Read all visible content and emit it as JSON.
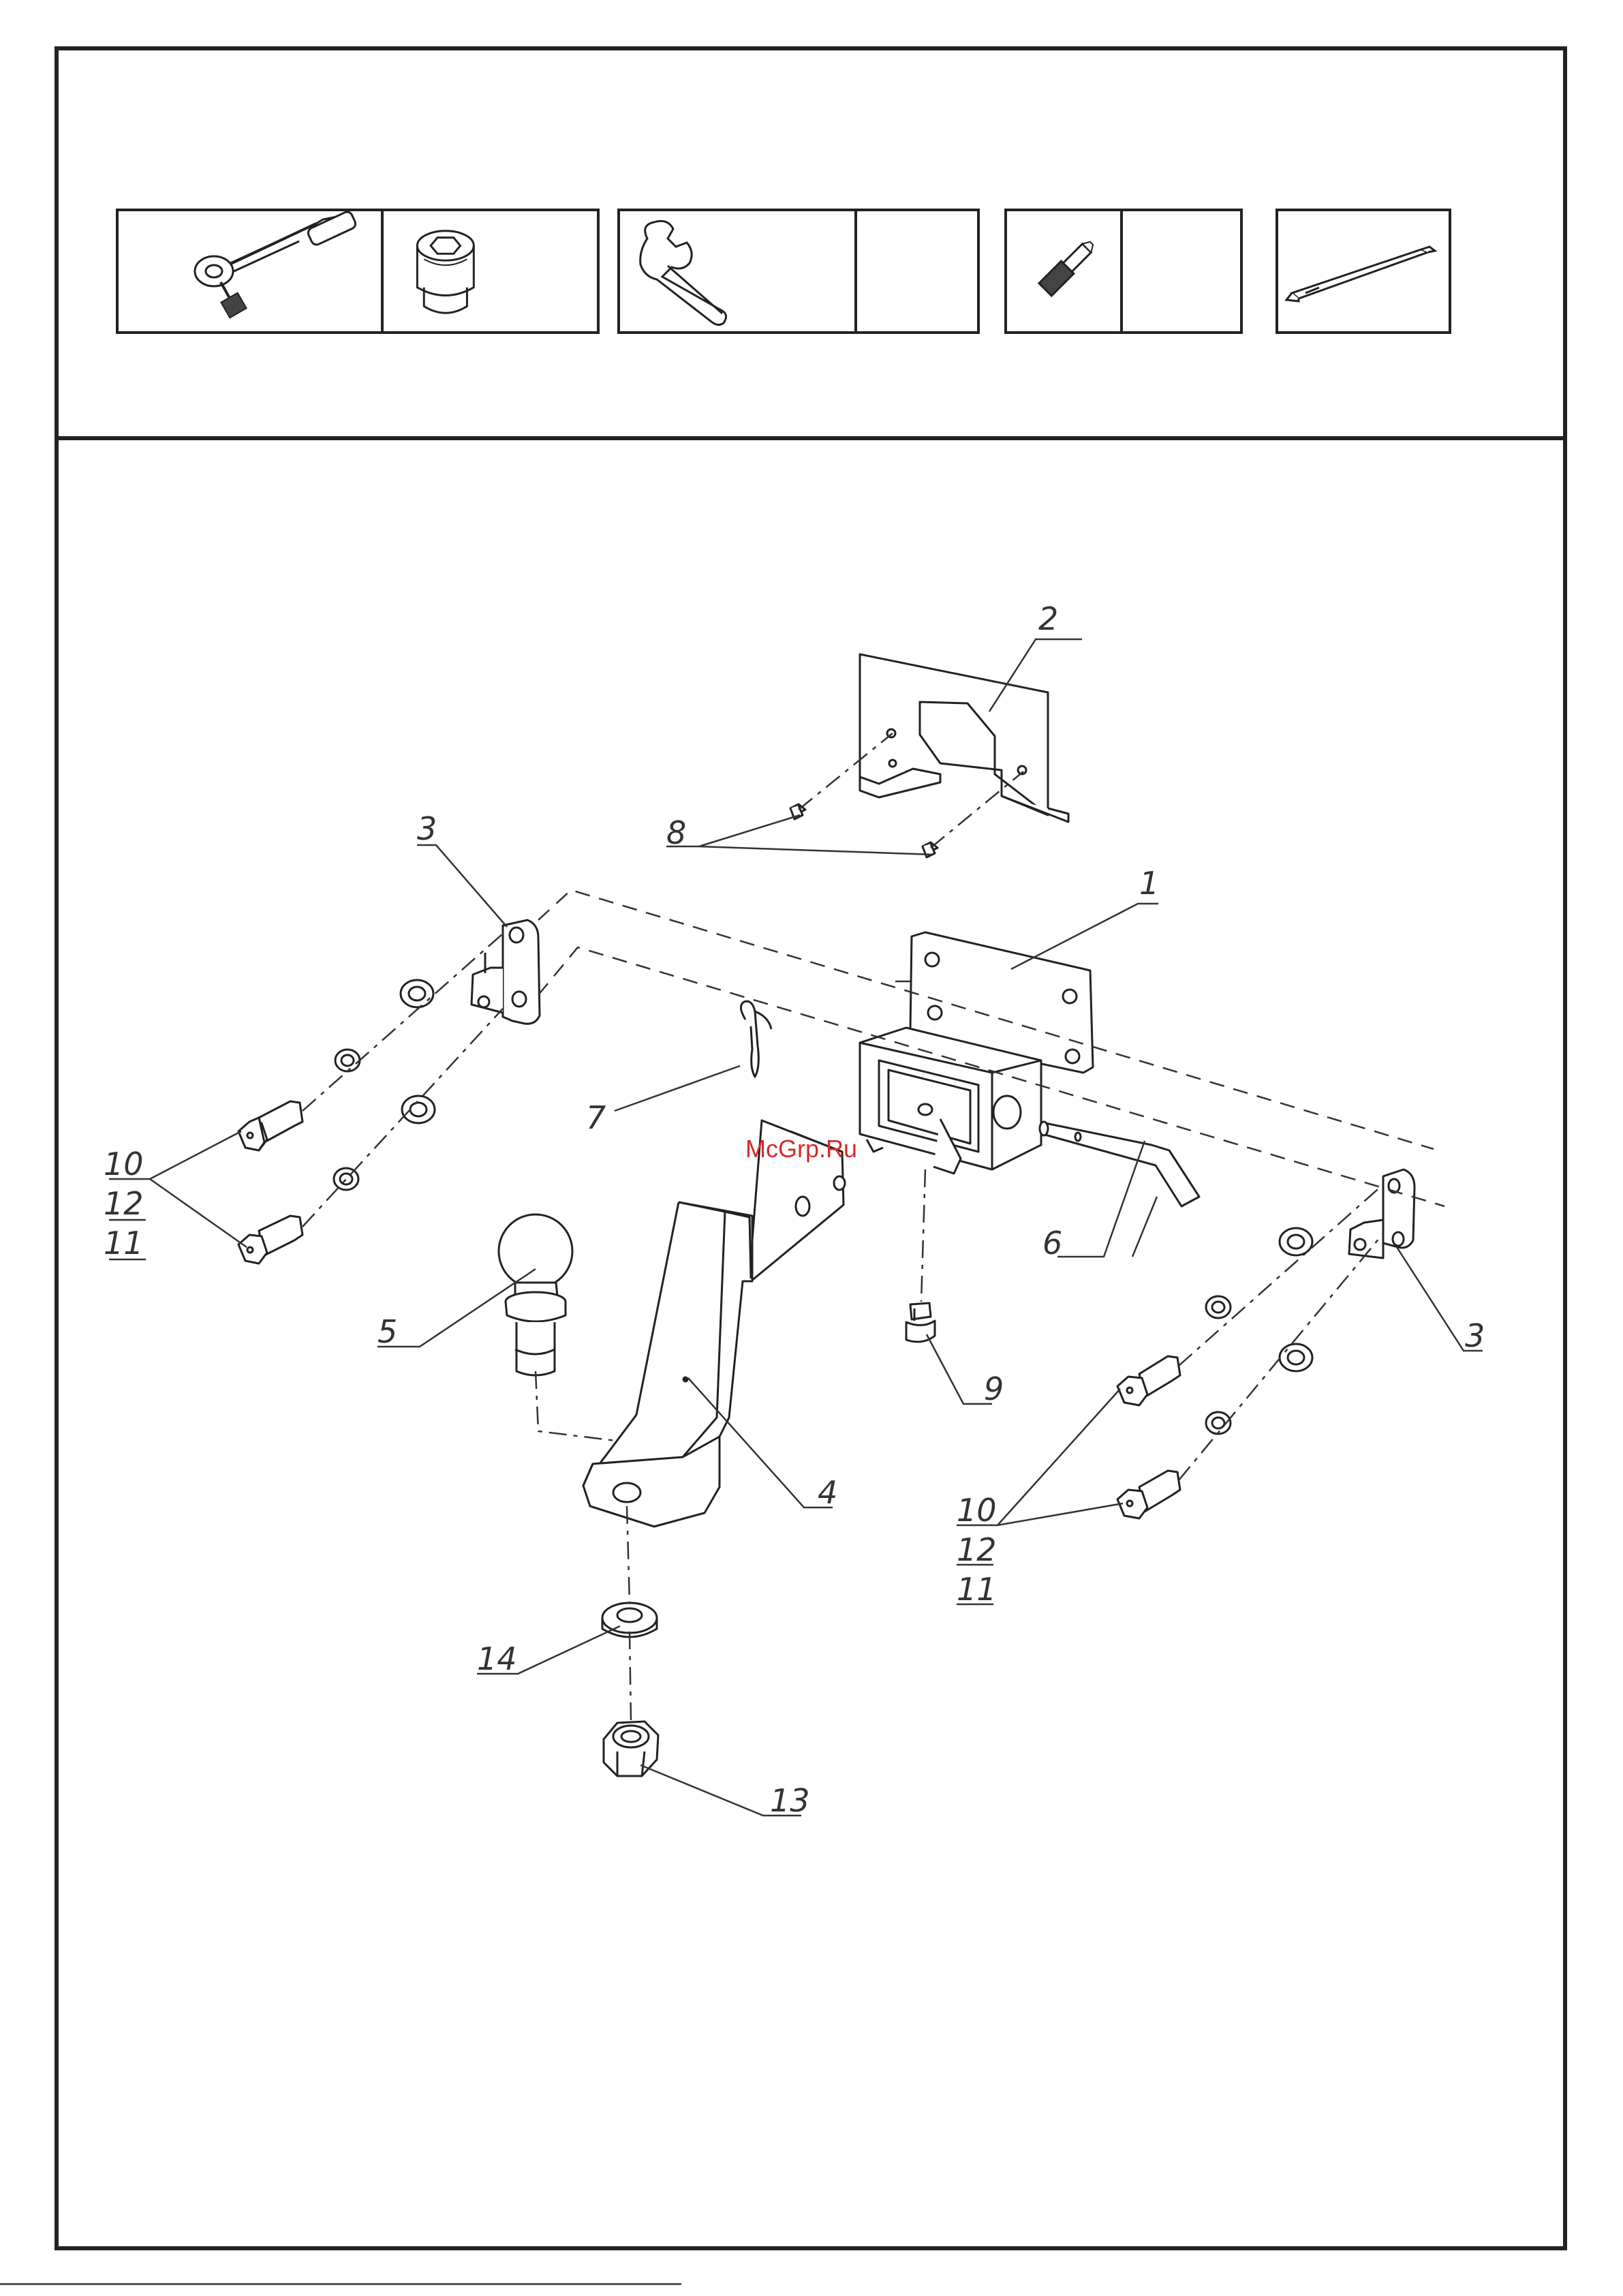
{
  "tools": [
    {
      "icon": "ratchet-wrench-icon"
    },
    {
      "icon": "socket-head-icon"
    },
    {
      "icon": "open-end-wrench-icon"
    },
    {
      "icon": "empty-cell"
    },
    {
      "icon": "screwdriver-bit-icon"
    },
    {
      "icon": "empty-cell"
    },
    {
      "icon": "trim-removal-tool-icon"
    }
  ],
  "callouts": {
    "c1": "1",
    "c2": "2",
    "c3_left": "3",
    "c3_right": "3",
    "c4": "4",
    "c5": "5",
    "c6": "6",
    "c7": "7",
    "c8": "8",
    "c9": "9",
    "c10_left": "10",
    "c12_left": "12",
    "c11_left": "11",
    "c10_right": "10",
    "c12_right": "12",
    "c11_right": "11",
    "c13": "13",
    "c14": "14"
  },
  "watermark": "McGrp.Ru"
}
